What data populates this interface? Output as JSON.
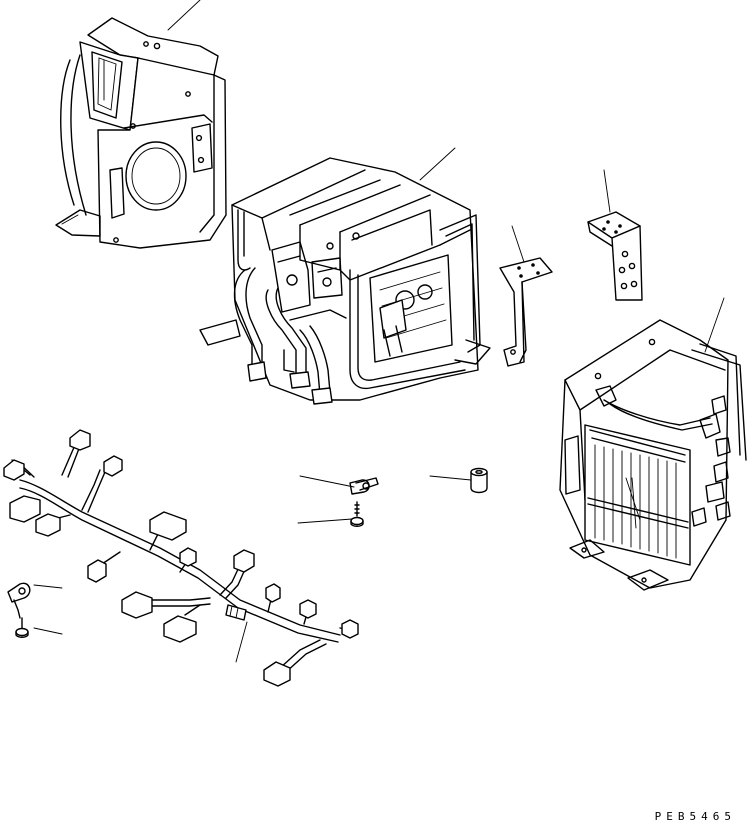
{
  "drawing": {
    "code": "PEB5465"
  },
  "parts": [
    {
      "id": "blower-unit",
      "leader": [
        [
          168,
          30
        ],
        [
          200,
          0
        ]
      ]
    },
    {
      "id": "heater-core-unit",
      "leader": [
        [
          420,
          180
        ],
        [
          455,
          148
        ]
      ]
    },
    {
      "id": "bracket-left",
      "leader": [
        [
          524,
          262
        ],
        [
          512,
          226
        ]
      ]
    },
    {
      "id": "bracket-right",
      "leader": [
        [
          610,
          212
        ],
        [
          604,
          170
        ]
      ]
    },
    {
      "id": "evaporator-unit",
      "leader": [
        [
          705,
          352
        ],
        [
          724,
          298
        ]
      ]
    },
    {
      "id": "clamp",
      "leader": [
        [
          354,
          487
        ],
        [
          300,
          476
        ]
      ]
    },
    {
      "id": "screw",
      "leader": [
        [
          352,
          519
        ],
        [
          298,
          523
        ]
      ]
    },
    {
      "id": "spacer",
      "leader": [
        [
          471,
          480
        ],
        [
          430,
          476
        ]
      ]
    },
    {
      "id": "wiring-harness",
      "leader": [
        [
          247,
          622
        ],
        [
          236,
          662
        ]
      ]
    },
    {
      "id": "harness-clamp",
      "leader": [
        [
          34,
          585
        ],
        [
          62,
          588
        ]
      ]
    },
    {
      "id": "harness-bolt",
      "leader": [
        [
          34,
          628
        ],
        [
          62,
          634
        ]
      ]
    }
  ]
}
